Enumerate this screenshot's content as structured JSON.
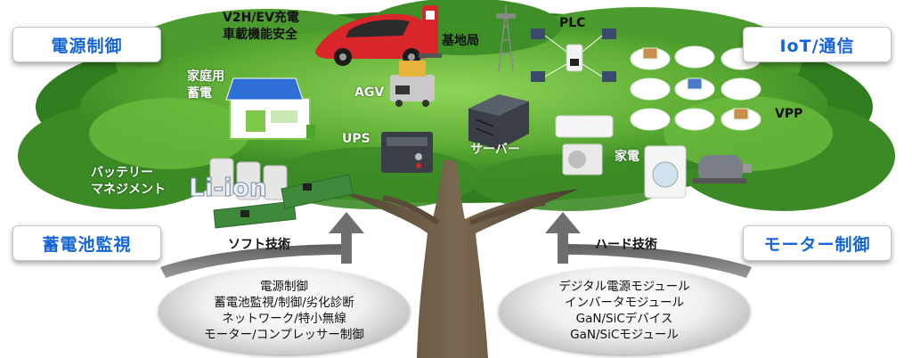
{
  "categories": {
    "power_control": "電源制御",
    "iot_comm": "IoT/通信",
    "battery_monitor": "蓄電池監視",
    "motor_control": "モーター制御"
  },
  "applications": {
    "v2h": "V2H/EV充電",
    "onboard": "車載機能安全",
    "base_station": "基地局",
    "plc": "PLC",
    "home_storage_1": "家庭用",
    "home_storage_2": "蓄電",
    "agv": "AGV",
    "ups": "UPS",
    "server": "サーバー",
    "vpp": "VPP",
    "appliance": "家電",
    "battery_mgmt_1": "バッテリー",
    "battery_mgmt_2": "マネジメント",
    "li_ion": "Li-ion"
  },
  "technologies": {
    "soft": {
      "title": "ソフト技術",
      "items": [
        "電源制御",
        "蓄電池監視/制御/劣化診断",
        "ネットワーク/特小無線",
        "モーター/コンプレッサー制御"
      ]
    },
    "hard": {
      "title": "ハード技術",
      "items": [
        "デジタル電源モジュール",
        "インバータモジュール",
        "GaN/SiCデバイス",
        "GaN/SiCモジュール"
      ]
    }
  },
  "colors": {
    "category_text": "#1565d8",
    "canopy_dark": "#2f7d1f",
    "canopy_light": "#7ec94a",
    "trunk": "#6b5a45",
    "arrow": "#6f6f6f"
  }
}
